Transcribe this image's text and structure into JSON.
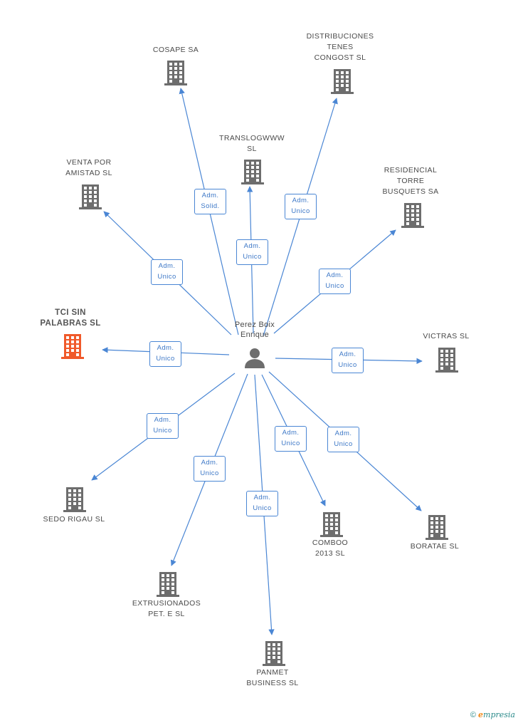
{
  "center": {
    "label": "Perez Boix\nEnrique",
    "icon": "person-icon"
  },
  "colors": {
    "edge": "#4a86d4",
    "building": "#6d6d6d",
    "highlight": "#f0592a"
  },
  "nodes": [
    {
      "id": "cosape",
      "label": "COSAPE SA",
      "edge_label": "Adm.\nSolid."
    },
    {
      "id": "distribuciones",
      "label": "DISTRIBUCIONES\nTENES\nCONGOST SL",
      "edge_label": "Adm.\nUnico"
    },
    {
      "id": "translogwww",
      "label": "TRANSLOGWWW\nSL",
      "edge_label": "Adm.\nUnico"
    },
    {
      "id": "venta",
      "label": "VENTA POR\nAMISTAD SL",
      "edge_label": "Adm.\nUnico"
    },
    {
      "id": "residencial",
      "label": "RESIDENCIAL\nTORRE\nBUSQUETS SA",
      "edge_label": "Adm.\nUnico"
    },
    {
      "id": "tci",
      "label": "TCI SIN\nPALABRAS SL",
      "edge_label": "Adm.\nUnico",
      "highlight": true
    },
    {
      "id": "victras",
      "label": "VICTRAS  SL",
      "edge_label": "Adm.\nUnico"
    },
    {
      "id": "sedo",
      "label": "SEDO RIGAU SL",
      "edge_label": "Adm.\nUnico"
    },
    {
      "id": "comboo",
      "label": "COMBOO\n2013  SL",
      "edge_label": "Adm.\nUnico"
    },
    {
      "id": "boratae",
      "label": "BORATAE SL",
      "edge_label": "Adm.\nUnico"
    },
    {
      "id": "extrusionados",
      "label": "EXTRUSIONADOS\nPET. E SL",
      "edge_label": "Adm.\nUnico"
    },
    {
      "id": "panmet",
      "label": "PANMET\nBUSINESS SL",
      "edge_label": "Adm.\nUnico"
    }
  ],
  "footer": {
    "copyright": "©",
    "brand_initial": "e",
    "brand_rest": "mpresia"
  }
}
